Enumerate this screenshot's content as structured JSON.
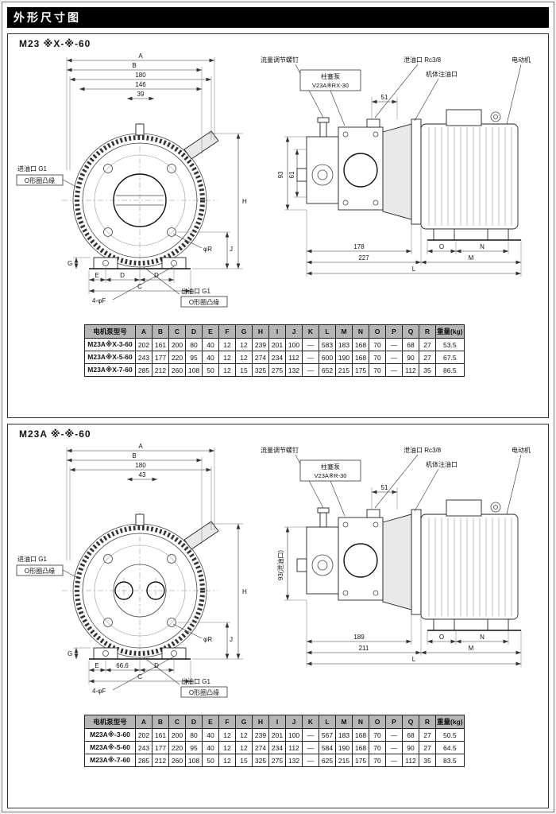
{
  "page": {
    "title": "外形尺寸图"
  },
  "sections": [
    {
      "title": "M23 ※X-※-60",
      "front": {
        "dimA": "A",
        "dimB": "B",
        "dim180": "180",
        "dim146": "146",
        "dim39": "39",
        "inlet1": "进油口  G1",
        "inlet2": "O形圈凸缘",
        "outlet1": "出油口  G1",
        "outlet2": "O形圈凸缘",
        "dimH": "H",
        "dimJ": "J",
        "phiR": "φR",
        "dimG": "G",
        "dimE": "E",
        "dimD1": "D",
        "dimD2": "D",
        "dimC": "C",
        "holes": "4-φF"
      },
      "side": {
        "flow_screw": "流量调节螺钉",
        "pump_label": "柱塞泵",
        "pump_model": "V23A※RX-30",
        "dim51": "51",
        "drain": "泄油口  Rc3/8",
        "oil_fill": "机体注油口",
        "motor": "电动机",
        "dim93": "93",
        "dim61": "61",
        "dim178": "178",
        "dim227": "227",
        "dimO": "O",
        "dimN": "N",
        "dimM": "M",
        "dimL": "L"
      },
      "table": {
        "headers": [
          "电机泵型号",
          "A",
          "B",
          "C",
          "D",
          "E",
          "F",
          "G",
          "H",
          "I",
          "J",
          "K",
          "L",
          "M",
          "N",
          "O",
          "P",
          "Q",
          "R",
          "重量(kg)"
        ],
        "rows": [
          [
            "M23A※X-3-60",
            "202",
            "161",
            "200",
            "80",
            "40",
            "12",
            "12",
            "239",
            "201",
            "100",
            "—",
            "583",
            "183",
            "168",
            "70",
            "—",
            "68",
            "27",
            "53.5"
          ],
          [
            "M23A※X-5-60",
            "243",
            "177",
            "220",
            "95",
            "40",
            "12",
            "12",
            "274",
            "234",
            "112",
            "—",
            "600",
            "190",
            "168",
            "70",
            "—",
            "90",
            "27",
            "67.5"
          ],
          [
            "M23A※X-7-60",
            "285",
            "212",
            "260",
            "108",
            "50",
            "12",
            "15",
            "325",
            "275",
            "132",
            "—",
            "652",
            "215",
            "175",
            "70",
            "—",
            "112",
            "35",
            "86.5"
          ]
        ]
      }
    },
    {
      "title": "M23A ※-※-60",
      "front": {
        "dimA": "A",
        "dimB": "B",
        "dim180": "180",
        "dim43": "43",
        "inlet1": "进油口  G1",
        "inlet2": "O形圈凸缘",
        "outlet1": "出油口  G1",
        "outlet2": "O形圈凸缘",
        "dimH": "H",
        "dimJ": "J",
        "phiR": "φR",
        "dimG": "G",
        "dimE": "E",
        "dim666": "66.6",
        "dimD": "D",
        "dimC": "C",
        "holes": "4-φF"
      },
      "side": {
        "flow_screw": "流量调节螺钉",
        "pump_label": "柱塞泵",
        "pump_model": "V23A※R-30",
        "dim51": "51",
        "drain": "泄油口  Rc3/8",
        "oil_fill": "机体注油口",
        "motor": "电动机",
        "dim93": "93(泄油口)",
        "dim189": "189",
        "dim211": "211",
        "dimO": "O",
        "dimN": "N",
        "dimM": "M",
        "dimL": "L"
      },
      "table": {
        "headers": [
          "电机泵型号",
          "A",
          "B",
          "C",
          "D",
          "E",
          "F",
          "G",
          "H",
          "I",
          "J",
          "K",
          "L",
          "M",
          "N",
          "O",
          "P",
          "Q",
          "R",
          "重量(kg)"
        ],
        "rows": [
          [
            "M23A※-3-60",
            "202",
            "161",
            "200",
            "80",
            "40",
            "12",
            "12",
            "239",
            "201",
            "100",
            "—",
            "567",
            "183",
            "168",
            "70",
            "—",
            "68",
            "27",
            "50.5"
          ],
          [
            "M23A※-5-60",
            "243",
            "177",
            "220",
            "95",
            "40",
            "12",
            "12",
            "274",
            "234",
            "112",
            "—",
            "584",
            "190",
            "168",
            "70",
            "—",
            "90",
            "27",
            "64.5"
          ],
          [
            "M23A※-7-60",
            "285",
            "212",
            "260",
            "108",
            "50",
            "12",
            "15",
            "325",
            "275",
            "132",
            "—",
            "625",
            "215",
            "175",
            "70",
            "—",
            "112",
            "35",
            "83.5"
          ]
        ]
      }
    }
  ]
}
